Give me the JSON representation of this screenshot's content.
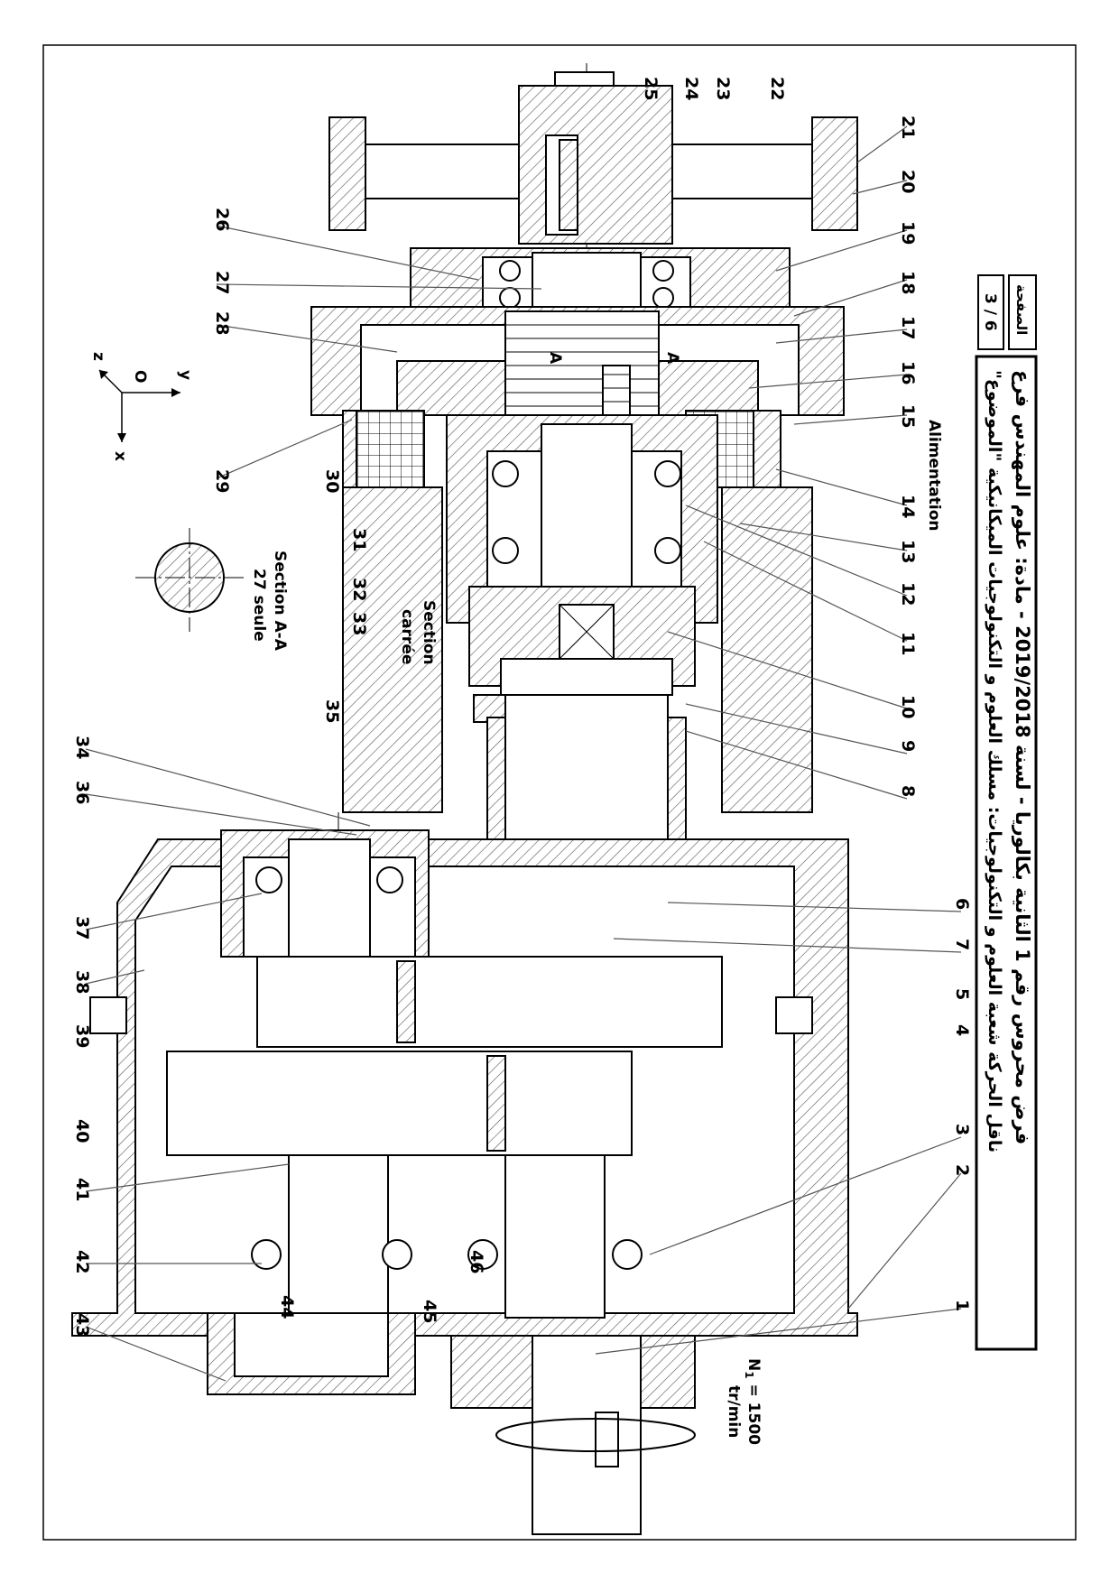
{
  "header": {
    "line1": "فرض محروس رقم 1 الثانية بكالوريا - لسنة 2019/2018 - مادة: علوم المهندس فرع",
    "line2": "ناقل الحركة شعبة العلوم و التكنولوجيات: مسلك العلوم و التكنولوجيات الميكانيكية \"الموضوع\"",
    "page_label": "الصفحة",
    "page_number": "3 / 6"
  },
  "annotations": {
    "alimentation": "Alimentation",
    "section_carree_1": "Section",
    "section_carree_2": "carrée",
    "section_aa": "Section A-A",
    "section_aa_note": "27 seule",
    "speed_1": "N",
    "speed_sub": "1",
    "speed_2": " = 1500",
    "speed_unit": "tr/min",
    "cut_a1": "A",
    "cut_a2": "A",
    "axis_y": "y",
    "axis_z": "z",
    "axis_x": "x",
    "axis_o": "O"
  },
  "labels": [
    "1",
    "2",
    "3",
    "4",
    "5",
    "6",
    "7",
    "8",
    "9",
    "10",
    "11",
    "12",
    "13",
    "14",
    "15",
    "16",
    "17",
    "18",
    "19",
    "20",
    "21",
    "22",
    "23",
    "24",
    "25",
    "26",
    "27",
    "28",
    "29",
    "30",
    "31",
    "32",
    "33",
    "34",
    "35",
    "36",
    "37",
    "38",
    "39",
    "40",
    "41",
    "42",
    "43",
    "44",
    "45",
    "46"
  ]
}
